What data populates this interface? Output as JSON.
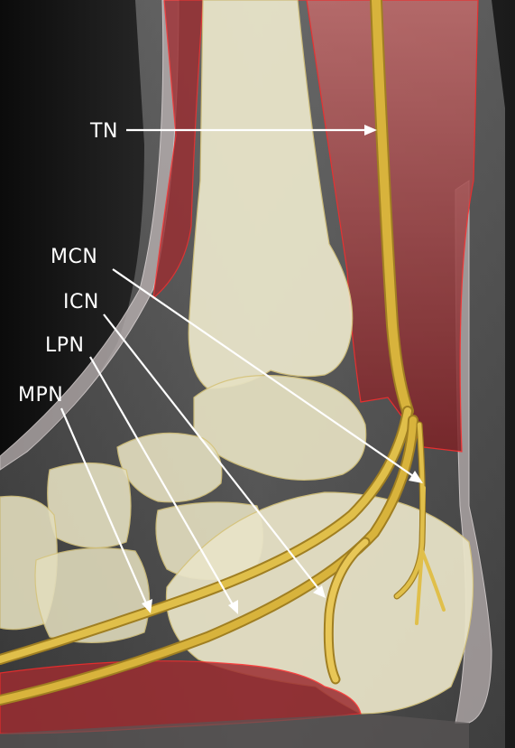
{
  "labels": {
    "tn": "TN",
    "mcn": "MCN",
    "icn": "ICN",
    "lpn": "LPN",
    "mpn": "MPN"
  },
  "colors": {
    "background": "#111111",
    "muscle": "#a8353a",
    "muscle_outline": "#ff2a2a",
    "bone": "#e9e4c8",
    "bone_outline": "#d6c47c",
    "nerve": "#d8b33c",
    "nerve_outline": "#a07f22",
    "label": "#ffffff"
  }
}
